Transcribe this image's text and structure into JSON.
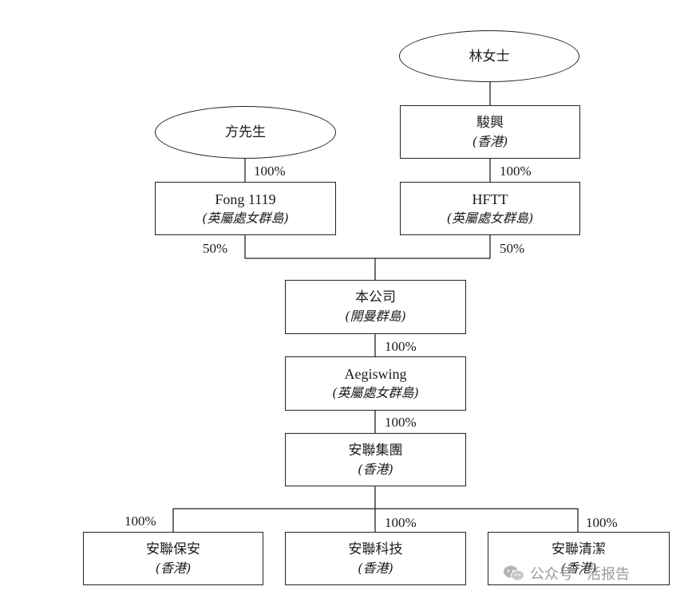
{
  "nodes": {
    "ms_lam": {
      "name": "林女士"
    },
    "mr_fong": {
      "name": "方先生"
    },
    "junxing": {
      "name": "駿興",
      "jurisdiction": "(香港)"
    },
    "fong1119": {
      "name": "Fong 1119",
      "jurisdiction": "(英屬處女群島)"
    },
    "hftt": {
      "name": "HFTT",
      "jurisdiction": "(英屬處女群島)"
    },
    "company": {
      "name": "本公司",
      "jurisdiction": "(開曼群島)"
    },
    "aegiswing": {
      "name": "Aegiswing",
      "jurisdiction": "(英屬處女群島)"
    },
    "anlian_group": {
      "name": "安聯集團",
      "jurisdiction": "(香港)"
    },
    "anlian_security": {
      "name": "安聯保安",
      "jurisdiction": "(香港)"
    },
    "anlian_tech": {
      "name": "安聯科技",
      "jurisdiction": "(香港)"
    },
    "anlian_cleaning": {
      "name": "安聯清潔",
      "jurisdiction": "(香港)"
    }
  },
  "percentages": {
    "fong_to_fong1119": "100%",
    "junxing_to_hftt": "100%",
    "fong1119_to_company": "50%",
    "hftt_to_company": "50%",
    "company_to_aegiswing": "100%",
    "aegiswing_to_group": "100%",
    "group_to_security": "100%",
    "group_to_tech": "100%",
    "group_to_cleaning": "100%"
  },
  "watermark": {
    "text": "公众号 · 活报告",
    "icon": "wechat-icon"
  }
}
